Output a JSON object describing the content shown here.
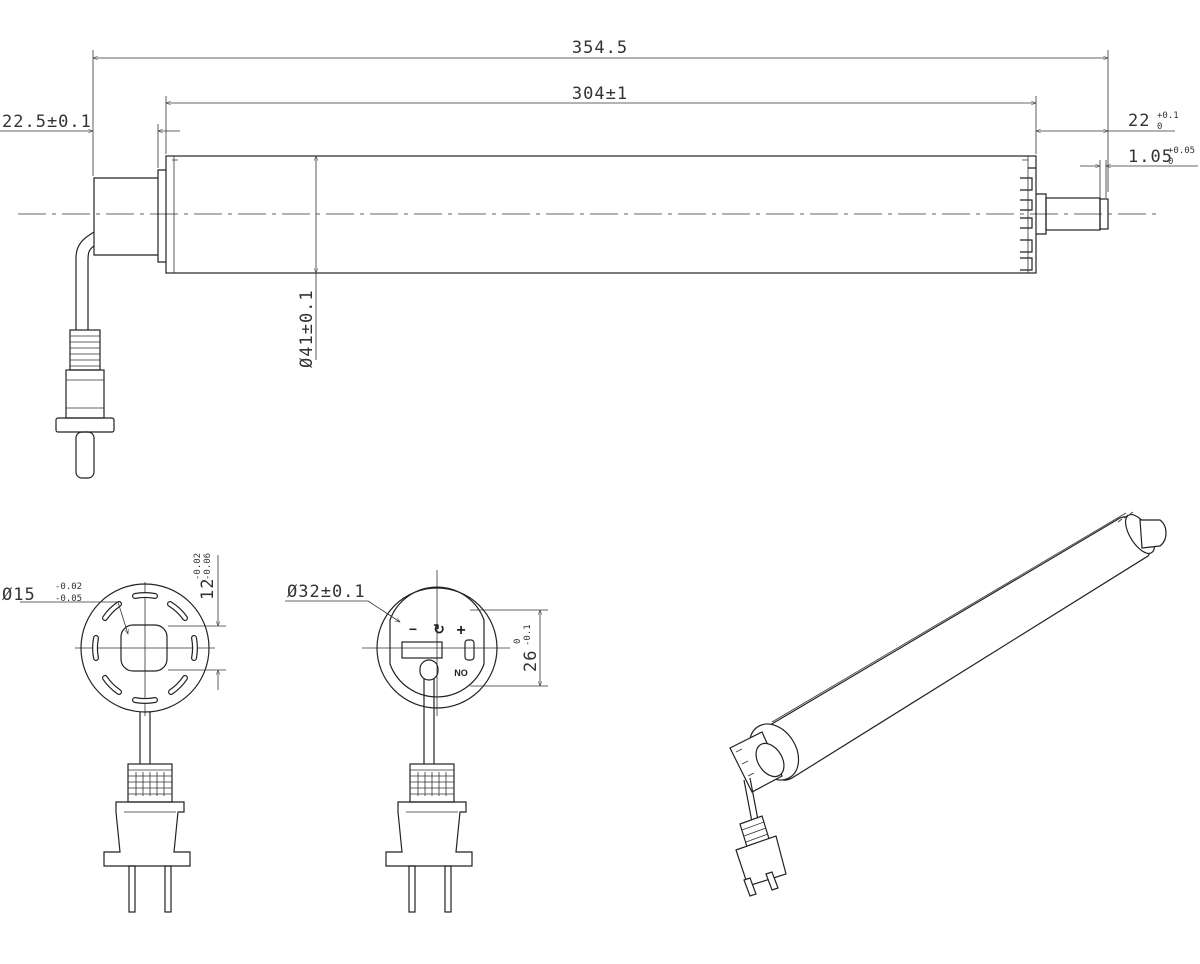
{
  "dimensions": {
    "overall_length": "354.5",
    "tube_length": "304±1",
    "head_offset": "22.5±0.1",
    "tube_diameter": "Ø41±0.1",
    "shaft_length_main": "22",
    "shaft_length_tol_upper": "+0.1",
    "shaft_length_tol_lower": "0",
    "ring_width_main": "1.05",
    "ring_width_tol_upper": "+0.05",
    "ring_width_tol_lower": "0",
    "shaft_diameter_main": "Ø15",
    "shaft_diameter_tol_upper": "-0.02",
    "shaft_diameter_tol_lower": "-0.05",
    "flat_width_main": "12",
    "flat_width_tol_upper": "-0.02",
    "flat_width_tol_lower": "-0.06",
    "head_diameter": "Ø32±0.1",
    "head_height_main": "26",
    "head_height_tol_upper": "0",
    "head_height_tol_lower": "-0.1"
  },
  "head_panel": {
    "minus_symbol": "−",
    "reverse_symbol": "↻",
    "plus_symbol": "+",
    "no_label": "NO"
  }
}
